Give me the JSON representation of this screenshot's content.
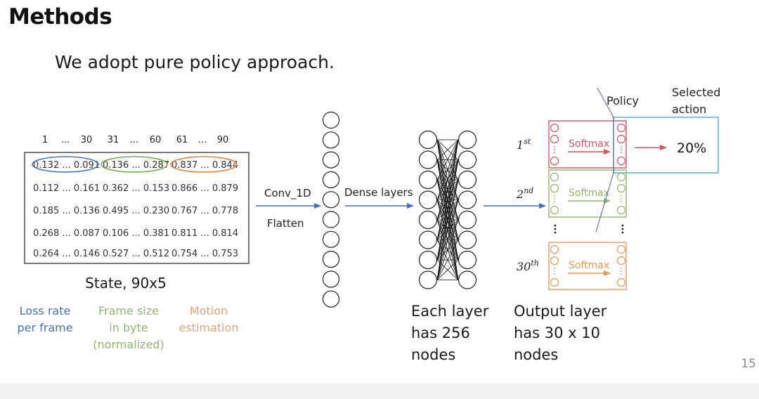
{
  "slide": {
    "title": "Methods",
    "subtitle": "We adopt pure policy approach.",
    "page_number": "15"
  },
  "state_matrix": {
    "column_headers": [
      "1",
      "...",
      "30",
      "31",
      "...",
      "60",
      "61",
      "...",
      "90"
    ],
    "rows": [
      [
        "0.132 ... 0.091",
        "0.136 ... 0.287",
        "0.837 ... 0.844"
      ],
      [
        "0.112 ... 0.161",
        "0.362 ... 0.153",
        "0.866 ... 0.879"
      ],
      [
        "0.185 ... 0.136",
        "0.495 ... 0.230",
        "0.767 ... 0.778"
      ],
      [
        "0.268 ... 0.087",
        "0.106 ... 0.381",
        "0.811 ... 0.814"
      ],
      [
        "0.264 ... 0.146",
        "0.527 ... 0.512",
        "0.754 ... 0.753"
      ]
    ],
    "caption": "State, 90x5",
    "highlight_colors": [
      "#4472c4",
      "#70ad47",
      "#ed7d31"
    ]
  },
  "feature_legend": [
    {
      "lines": [
        "Loss rate",
        "per frame"
      ],
      "color": "#4472c4"
    },
    {
      "lines": [
        "Frame size",
        "in byte",
        "(normalized)"
      ],
      "color": "#8fb86a"
    },
    {
      "lines": [
        "Motion",
        "estimation"
      ],
      "color": "#f0a070"
    }
  ],
  "pipeline": {
    "conv_label": "Conv_1D",
    "flatten_label": "Flatten",
    "dense_label": "Dense layers",
    "flatten_node_count": 10,
    "dense_nodes_per_column": 8,
    "dense_caption": [
      "Each layer",
      "has 256",
      "nodes"
    ],
    "output_caption": [
      "Output layer",
      "has 30 x 10",
      "nodes"
    ],
    "arrow_color": "#4472c4"
  },
  "output_heads": [
    {
      "ordinal": "1",
      "suffix": "st",
      "label": "Softmax",
      "color": "#d9535f"
    },
    {
      "ordinal": "2",
      "suffix": "nd",
      "label": "Softmax",
      "color": "#8fb86a"
    },
    {
      "ordinal": "30",
      "suffix": "th",
      "label": "Softmax",
      "color": "#f0965a"
    }
  ],
  "policy": {
    "policy_label": "Policy",
    "selected_action_label": [
      "Selected",
      "action"
    ],
    "selected_value": "20%",
    "policy_box_color": "#5bb5c8",
    "policy_line_color": "#5a6ea8"
  }
}
